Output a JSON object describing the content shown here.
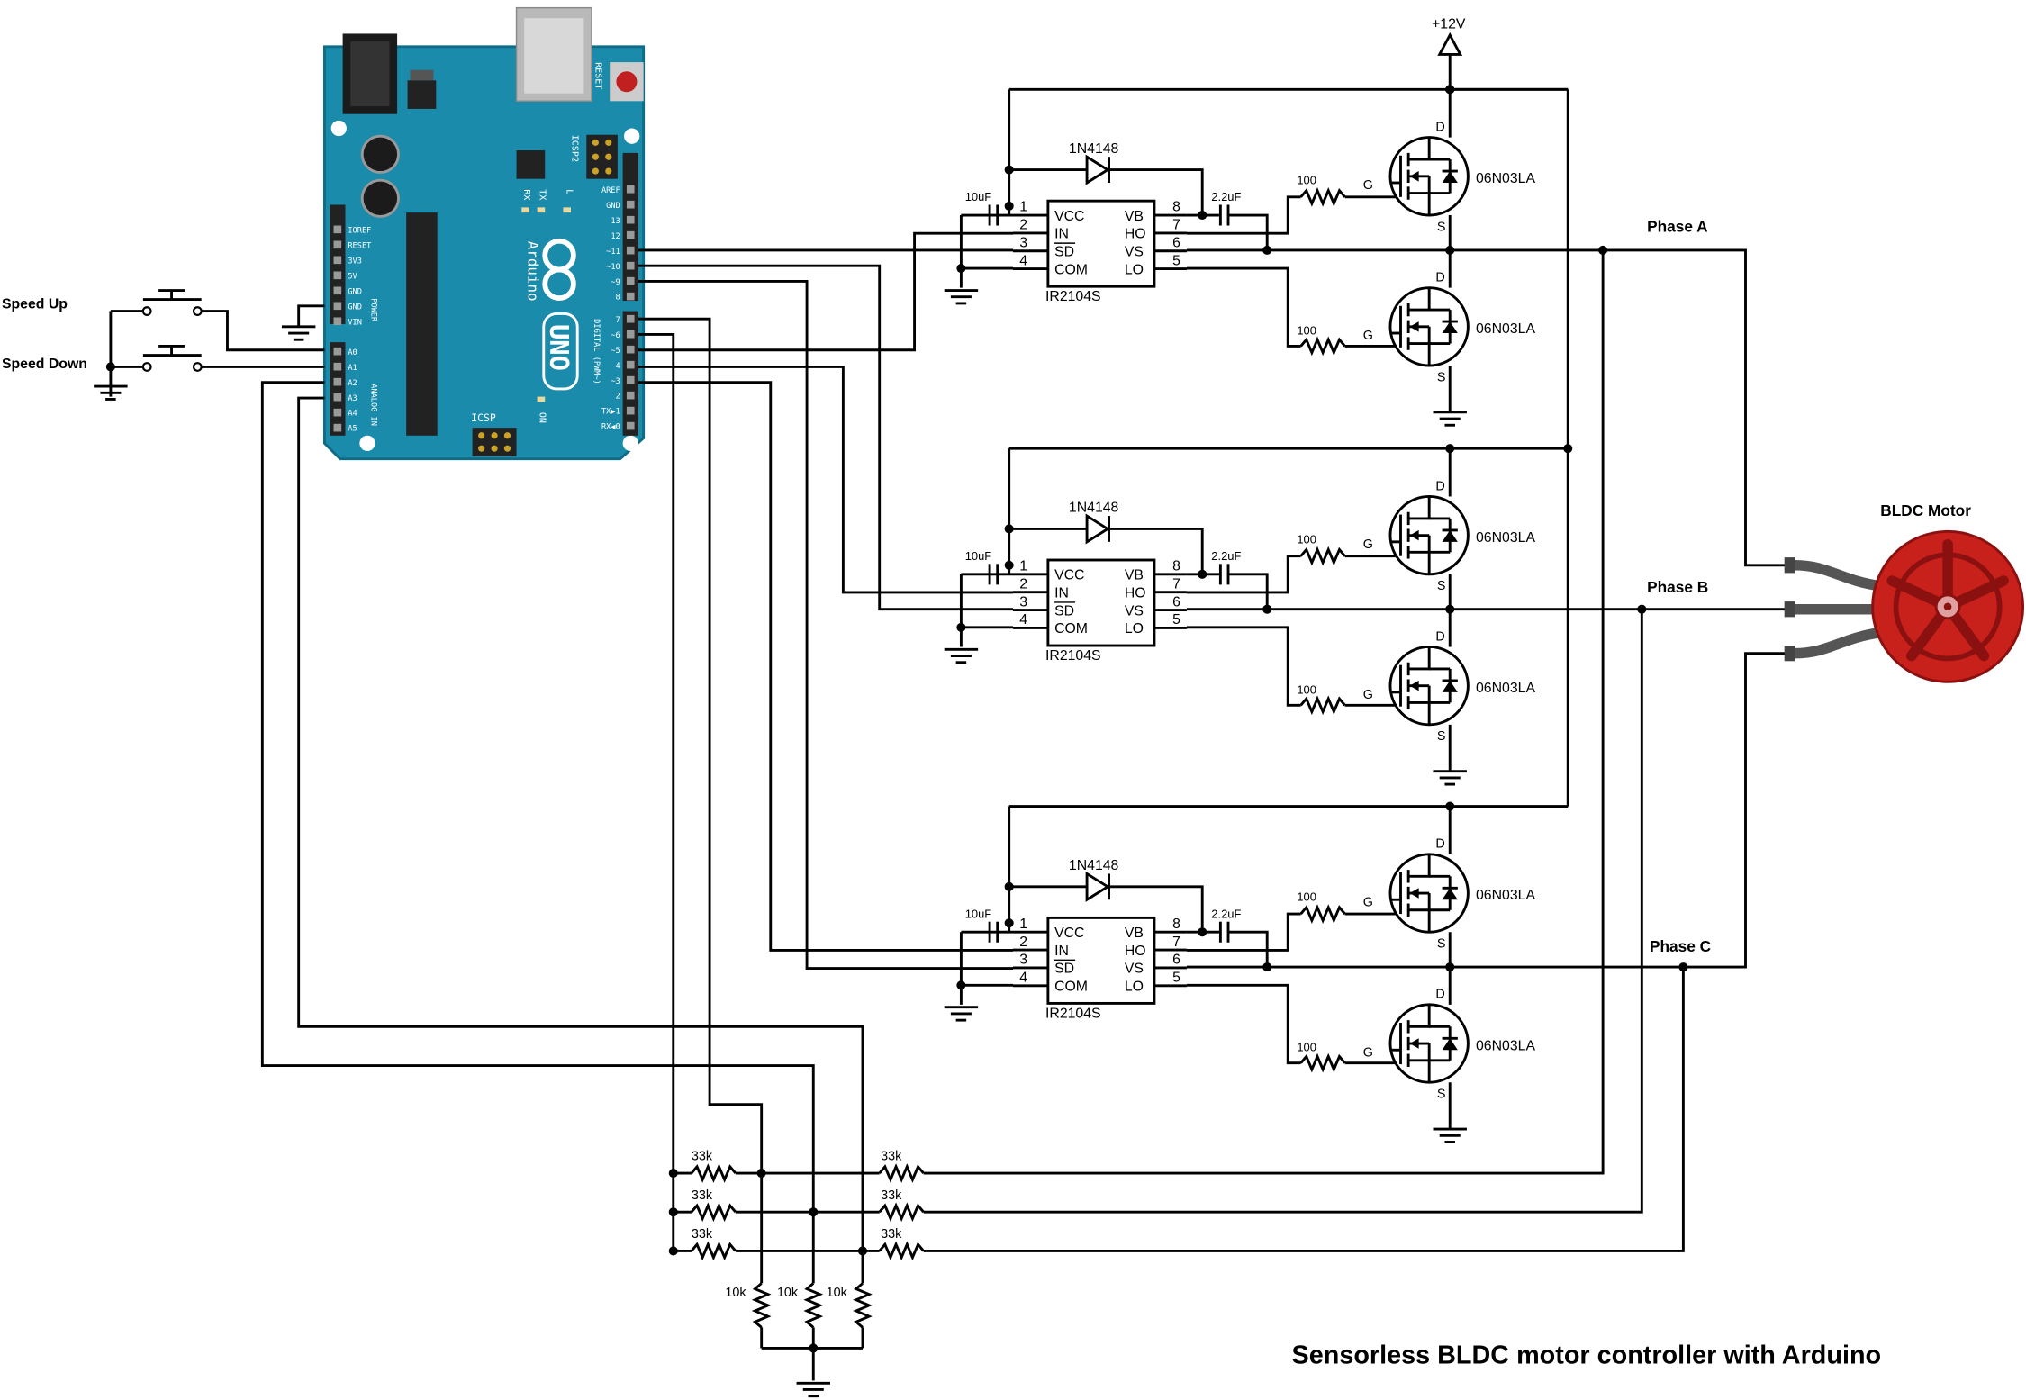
{
  "title": "Sensorless BLDC motor controller with Arduino",
  "supply": "+12V",
  "buttons": {
    "speed_up": "Speed Up",
    "speed_down": "Speed Down"
  },
  "arduino": {
    "brand": "Arduino",
    "model": "UNO",
    "reset": "RESET",
    "icsp": "ICSP",
    "icsp2": "ICSP2",
    "on": "ON",
    "l": "L",
    "tx": "TX",
    "rx": "RX",
    "power_label": "POWER",
    "analog_label": "ANALOG IN",
    "digital_label": "DIGITAL (PWM~)",
    "power_pins": [
      "IOREF",
      "RESET",
      "3V3",
      "5V",
      "GND",
      "GND",
      "VIN"
    ],
    "analog_pins": [
      "A0",
      "A1",
      "A2",
      "A3",
      "A4",
      "A5"
    ],
    "digital_high": [
      "AREF",
      "GND",
      "13",
      "12",
      "~11",
      "~10",
      "~9",
      "8"
    ],
    "digital_low": [
      "7",
      "~6",
      "~5",
      "4",
      "~3",
      "2",
      "TX▶1",
      "RX◀0"
    ]
  },
  "driver": {
    "chip": "IR2104S",
    "diode": "1N4148",
    "cap_vcc": "10uF",
    "cap_boot": "2.2uF",
    "gate_resistor": "100",
    "mosfet": "06N03LA",
    "left_pins": [
      {
        "num": "1",
        "name": "VCC"
      },
      {
        "num": "2",
        "name": "IN"
      },
      {
        "num": "3",
        "name": "SD"
      },
      {
        "num": "4",
        "name": "COM"
      }
    ],
    "right_pins": [
      {
        "num": "8",
        "name": "VB"
      },
      {
        "num": "7",
        "name": "HO"
      },
      {
        "num": "6",
        "name": "VS"
      },
      {
        "num": "5",
        "name": "LO"
      }
    ],
    "mosfet_pins": {
      "drain": "D",
      "gate": "G",
      "source": "S"
    }
  },
  "phases": [
    "Phase A",
    "Phase B",
    "Phase C"
  ],
  "motor": {
    "label": "BLDC Motor",
    "color": "#c8201a"
  },
  "divider": {
    "r_series": "33k",
    "r_shunt": "10k"
  },
  "colors": {
    "board": "#1a8bab",
    "board_dark": "#0d6c86",
    "wire": "#000000"
  }
}
